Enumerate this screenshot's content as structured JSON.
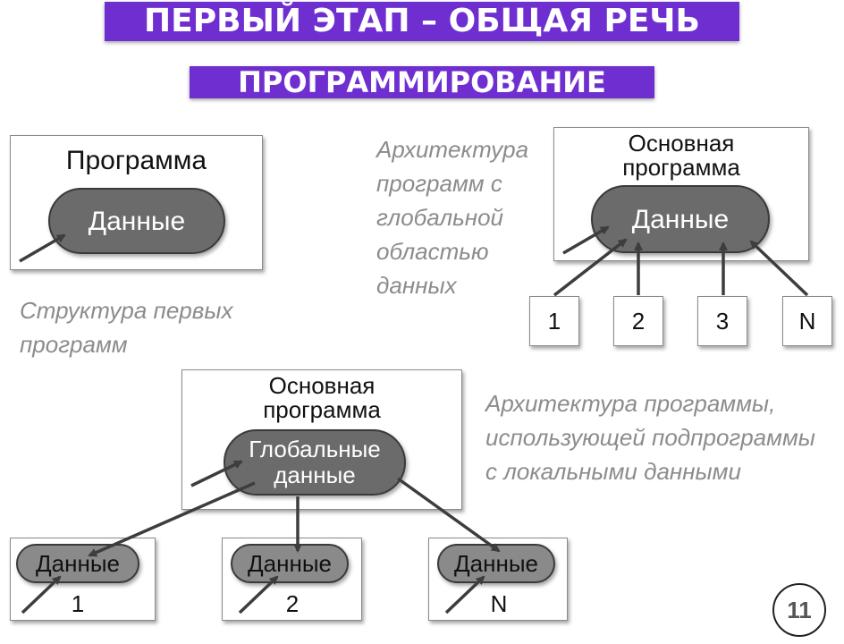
{
  "title": {
    "line1": "ПЕРВЫЙ ЭТАП – ОБЩАЯ РЕЧЬ",
    "line2": "ПРОГРАММИРОВАНИЕ"
  },
  "diagram1": {
    "box_title": "Программа",
    "data_label": "Данные",
    "caption": "Структура первых программ"
  },
  "diagram2": {
    "caption": "Архитектура программ с глобальной областью данных",
    "box_title": "Основная программа",
    "data_label": "Данные",
    "modules": [
      "1",
      "2",
      "3",
      "N"
    ]
  },
  "diagram3": {
    "box_title": "Основная программа",
    "data_label": "Глобальные данные",
    "caption": "Архитектура программы, использующей подпрограммы с локальными данными",
    "subprograms": [
      {
        "data_label": "Данные",
        "label": "1"
      },
      {
        "data_label": "Данные",
        "label": "2"
      },
      {
        "data_label": "Данные",
        "label": "N"
      }
    ]
  },
  "page_number": "11",
  "colors": {
    "title_bar": "#6f2fd0",
    "pill": "#6b6b6b",
    "caption": "#8c8c8c"
  }
}
